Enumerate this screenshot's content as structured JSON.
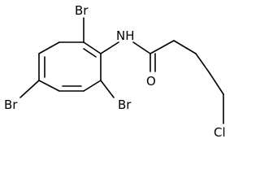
{
  "molecule": {
    "atoms": {
      "br_ortho_top": "Br",
      "nh": "NH",
      "br_para": "Br",
      "br_ortho_bottom": "Br",
      "oxygen": "O",
      "chlorine": "Cl"
    },
    "colors": {
      "bond": "#000000",
      "label": "#000000",
      "background": "#ffffff"
    }
  }
}
